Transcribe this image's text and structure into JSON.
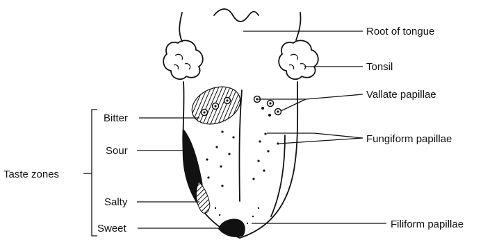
{
  "labels": {
    "root": "Root of tongue",
    "tonsil": "Tonsil",
    "vallate": "Vallate papillae",
    "fungiform": "Fungiform papillae",
    "filiform": "Filiform papillae",
    "bitter": "Bitter",
    "sour": "Sour",
    "salty": "Salty",
    "sweet": "Sweet",
    "taste_zones": "Taste zones"
  },
  "colors": {
    "ink": "#111111",
    "background": "#ffffff"
  }
}
